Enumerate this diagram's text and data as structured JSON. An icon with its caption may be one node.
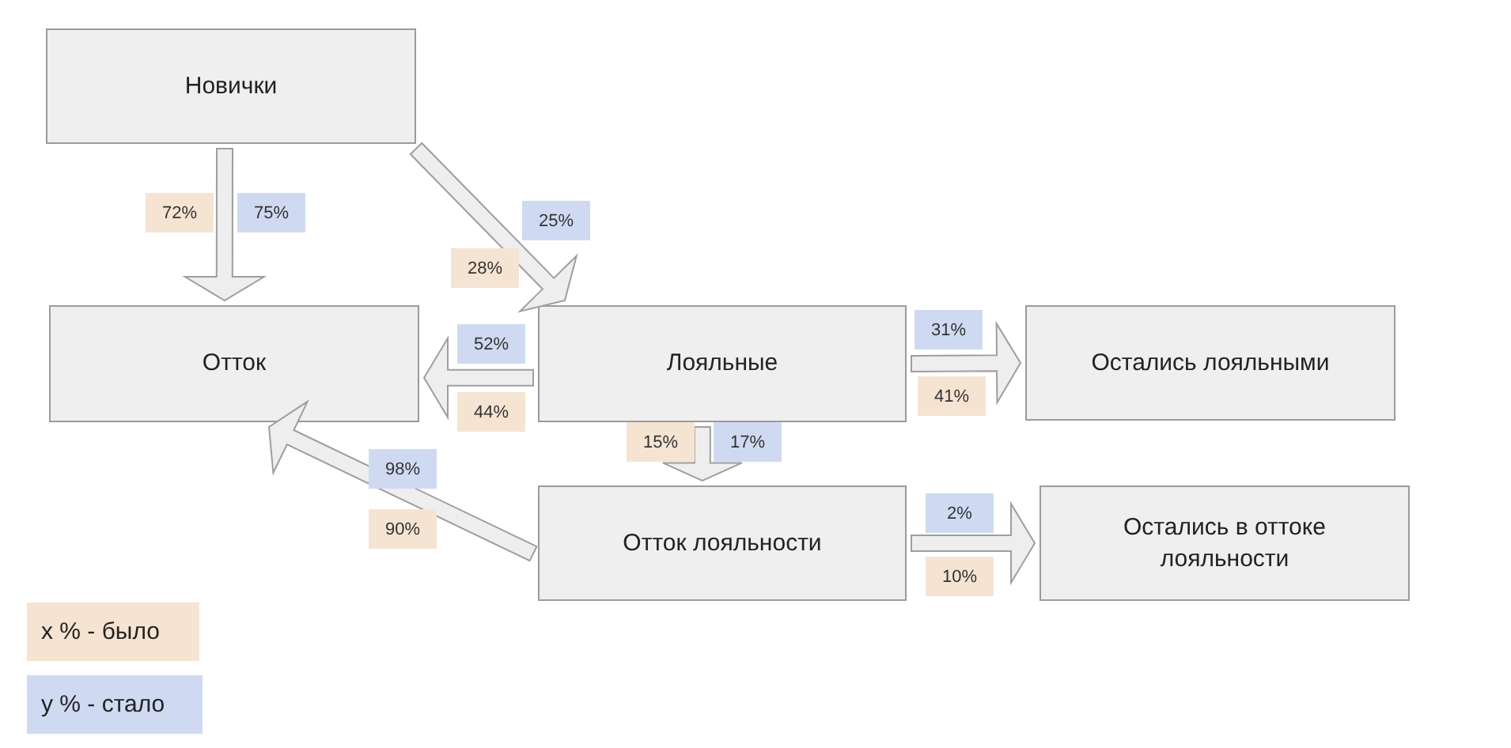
{
  "diagram": {
    "nodes": [
      {
        "text": [
          "Новички"
        ]
      },
      {
        "text": [
          "Отток"
        ]
      },
      {
        "text": [
          "Лояльные"
        ]
      },
      {
        "text": [
          "Остались лояльными"
        ]
      },
      {
        "text": [
          "Отток лояльности"
        ]
      },
      {
        "text": [
          "Остались в оттоке лояльности"
        ]
      }
    ],
    "edges": [
      {
        "from": 0,
        "to": 1,
        "arrow": "to"
      },
      {
        "from": 0,
        "to": 2,
        "arrow": "to"
      },
      {
        "from": 2,
        "to": 1,
        "arrow": "to"
      },
      {
        "from": 2,
        "to": 3,
        "arrow": "to"
      },
      {
        "from": 2,
        "to": 4,
        "arrow": "to"
      },
      {
        "from": 4,
        "to": 1,
        "arrow": "to"
      },
      {
        "from": 4,
        "to": 5,
        "arrow": "to"
      }
    ],
    "labels": [
      "72%",
      "75%",
      "25%",
      "28%",
      "52%",
      "31%",
      "44%",
      "41%",
      "15%",
      "17%",
      "98%",
      "2%",
      "90%",
      "10%"
    ],
    "legend": [
      {
        "text": "x % - было",
        "color": "#f5e4d2"
      },
      {
        "text": "y % - стало",
        "color": "#cfdaf2"
      }
    ]
  }
}
